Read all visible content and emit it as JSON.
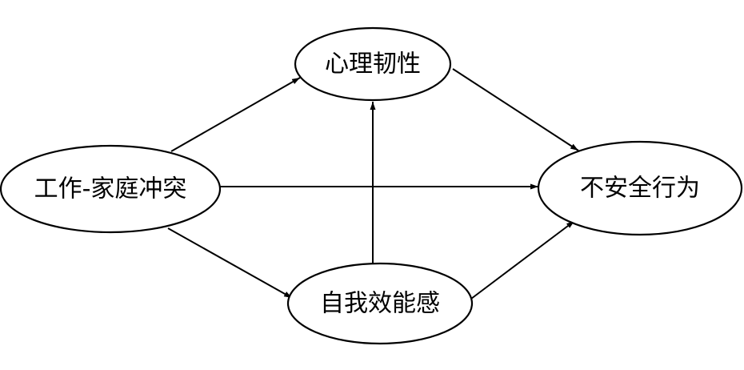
{
  "nodes": {
    "wfc": {
      "label": "工作-家庭冲突"
    },
    "resilience": {
      "label": "心理韧性"
    },
    "efficacy": {
      "label": "自我效能感"
    },
    "unsafe": {
      "label": "不安全行为"
    }
  },
  "edges": [
    {
      "from": "wfc",
      "to": "resilience"
    },
    {
      "from": "wfc",
      "to": "efficacy"
    },
    {
      "from": "wfc",
      "to": "unsafe"
    },
    {
      "from": "efficacy",
      "to": "resilience"
    },
    {
      "from": "resilience",
      "to": "unsafe"
    },
    {
      "from": "efficacy",
      "to": "unsafe"
    }
  ],
  "colors": {
    "stroke": "#000000",
    "background": "#ffffff"
  }
}
